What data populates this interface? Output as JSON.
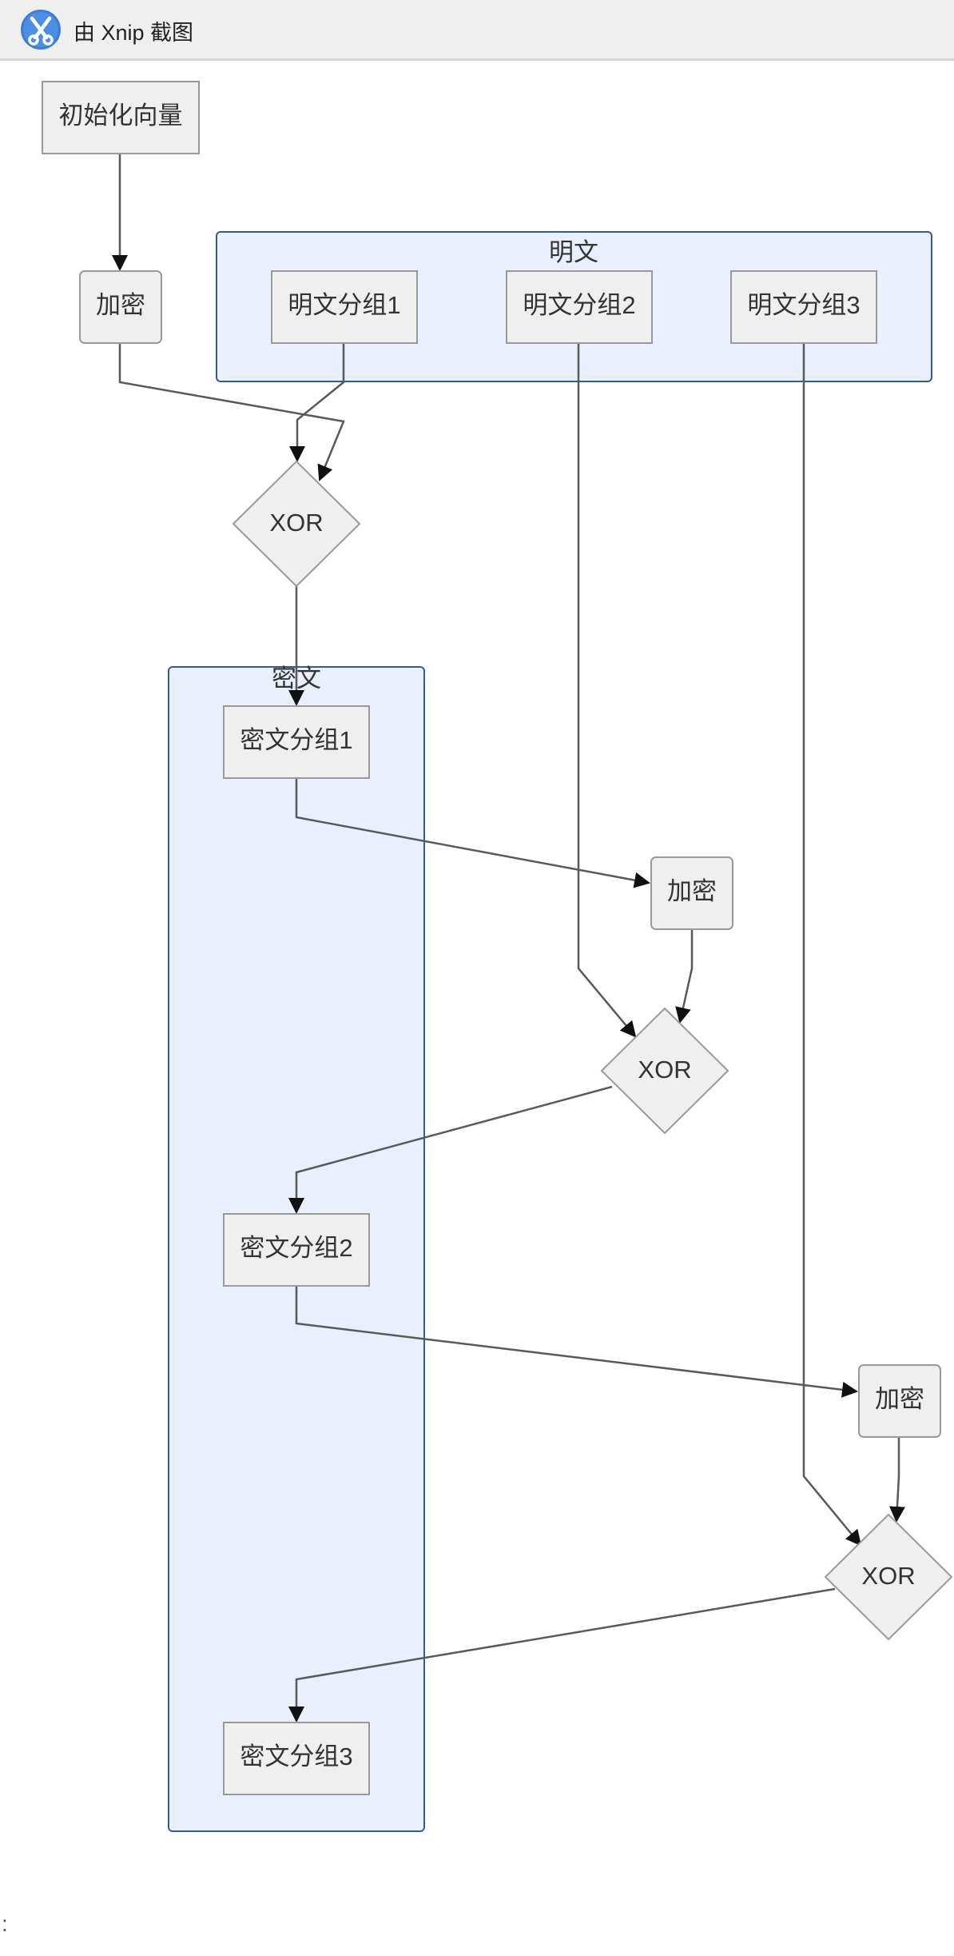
{
  "window": {
    "title": "由 Xnip 截图",
    "icon": "scissors-icon"
  },
  "diagram": {
    "groups": {
      "plaintext": "明文",
      "ciphertext": "密文"
    },
    "nodes": {
      "iv": "初始化向量",
      "enc1": "加密",
      "enc2": "加密",
      "enc3": "加密",
      "p1": "明文分组1",
      "p2": "明文分组2",
      "p3": "明文分组3",
      "xor1": "XOR",
      "xor2": "XOR",
      "xor3": "XOR",
      "c1": "密文分组1",
      "c2": "密文分组2",
      "c3": "密文分组3"
    },
    "edges": [
      {
        "from": "iv",
        "to": "enc1"
      },
      {
        "from": "enc1",
        "to": "xor1"
      },
      {
        "from": "p1",
        "to": "xor1"
      },
      {
        "from": "xor1",
        "to": "c1"
      },
      {
        "from": "c1",
        "to": "enc2"
      },
      {
        "from": "enc2",
        "to": "xor2"
      },
      {
        "from": "p2",
        "to": "xor2"
      },
      {
        "from": "xor2",
        "to": "c2"
      },
      {
        "from": "c2",
        "to": "enc3"
      },
      {
        "from": "enc3",
        "to": "xor3"
      },
      {
        "from": "p3",
        "to": "xor3"
      },
      {
        "from": "xor3",
        "to": "c3"
      }
    ]
  },
  "footer": {
    "stray_text": ":"
  },
  "colors": {
    "group_fill": "#e9f0fb",
    "group_border": "#2c5f94",
    "node_fill": "#efefef",
    "node_border": "#999999",
    "edge": "#595959"
  }
}
